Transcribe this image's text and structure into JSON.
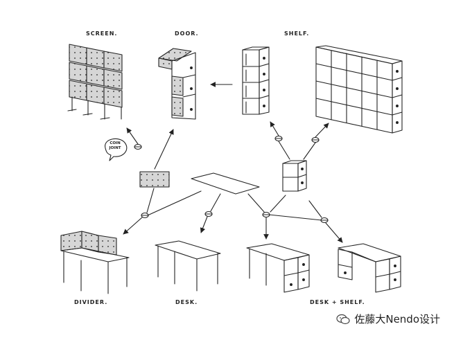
{
  "labels": {
    "screen": "SCREEN.",
    "door": "DOOR.",
    "shelf": "SHELF.",
    "divider": "DIVIDER.",
    "desk": "DESK.",
    "desk_shelf": "DESK + SHELF.",
    "coin_joint": "COIN JOINT"
  },
  "watermark": {
    "text": "佐藤大Nendo设计"
  },
  "colors": {
    "ink": "#222222",
    "perforated_fill": "#d8d8d8",
    "background": "#ffffff"
  }
}
